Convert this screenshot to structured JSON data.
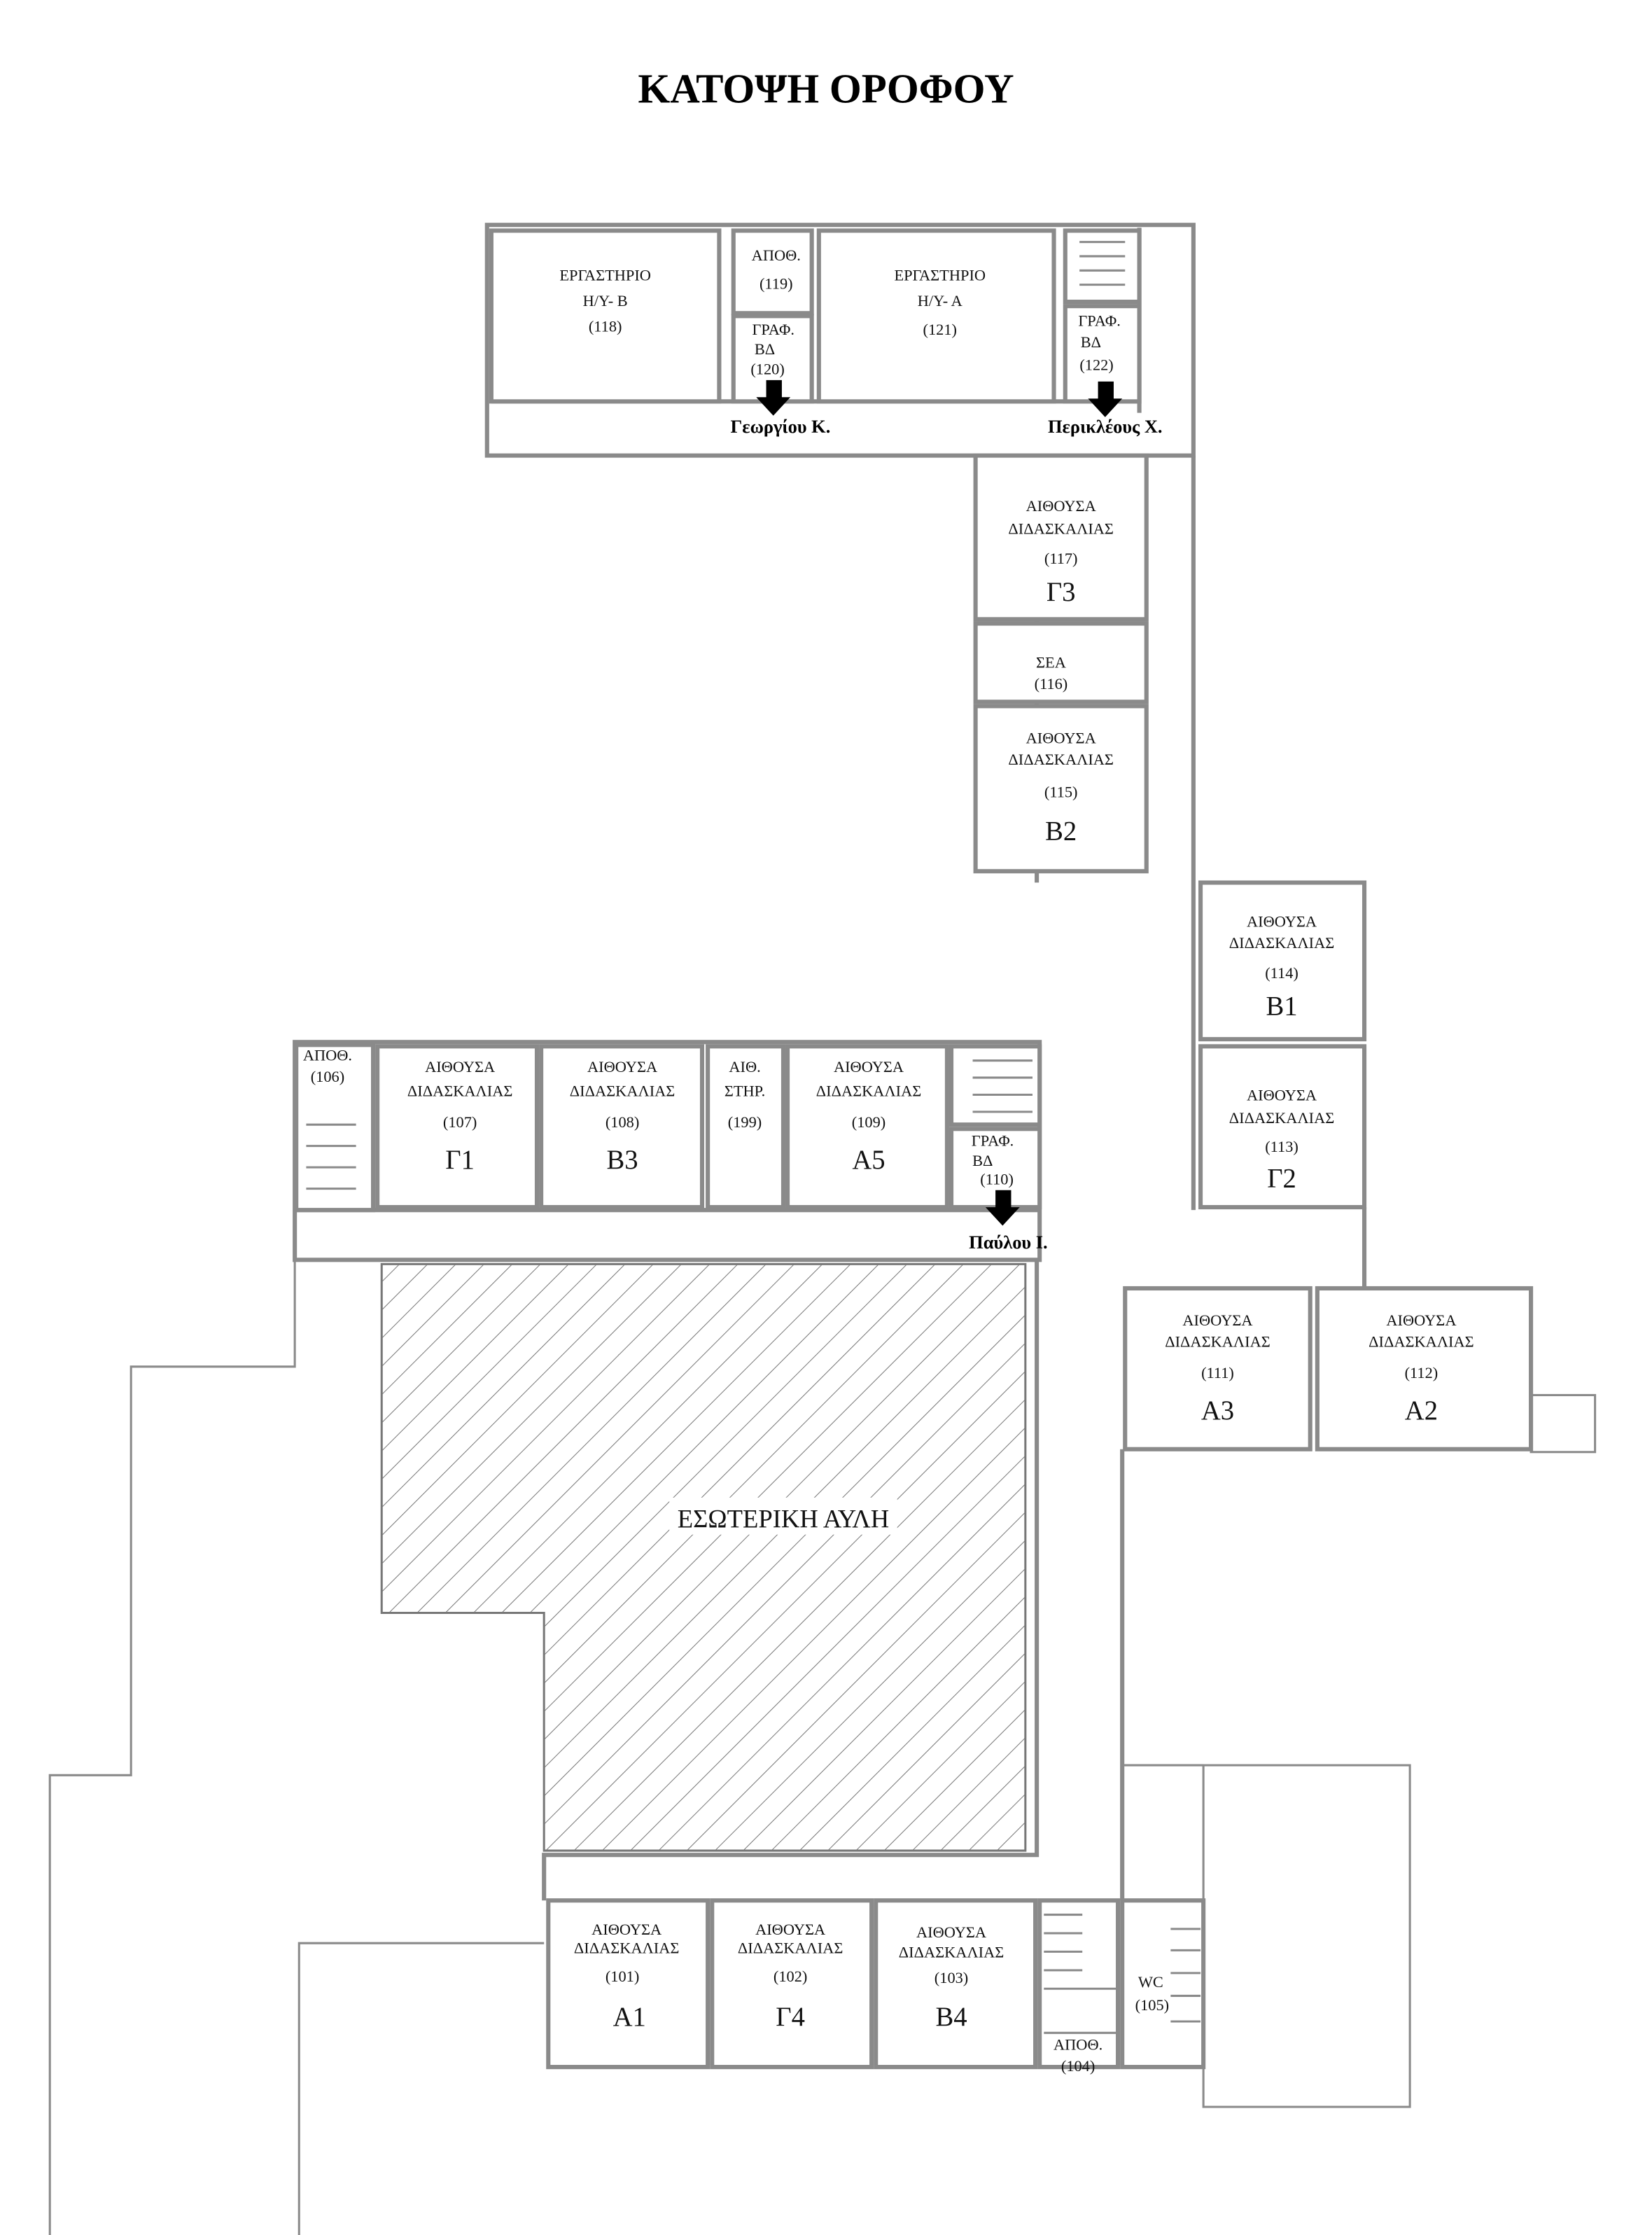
{
  "title": "ΚΑΤΟΨΗ ΟΡΟΦΟΥ",
  "courtyard": "ΕΣΩΤΕΡΙΚΗ ΑΥΛΗ",
  "staff": {
    "georgiou": "Γεωργίου Κ.",
    "perikleous": "Περικλέους Χ.",
    "pavlou": "Παύλου Ι."
  },
  "rooms": {
    "r118": {
      "l1": "ΕΡΓΑΣΤΗΡΙΟ",
      "l2": "Η/Υ- Β",
      "num": "(118)"
    },
    "r119": {
      "l1": "ΑΠΟΘ.",
      "num": "(119)"
    },
    "r120": {
      "l1": "ΓΡΑΦ.",
      "l2": "ΒΔ",
      "num": "(120)"
    },
    "r121": {
      "l1": "ΕΡΓΑΣΤΗΡΙΟ",
      "l2": "Η/Υ- Α",
      "num": "(121)"
    },
    "r122": {
      "l1": "ΓΡΑΦ.",
      "l2": "ΒΔ",
      "num": "(122)"
    },
    "r117": {
      "l1": "ΑΙΘΟΥΣΑ",
      "l2": "ΔΙΔΑΣΚΑΛΙΑΣ",
      "num": "(117)",
      "code": "Γ3"
    },
    "r116": {
      "l1": "ΣΕΑ",
      "num": "(116)"
    },
    "r115": {
      "l1": "ΑΙΘΟΥΣΑ",
      "l2": "ΔΙΔΑΣΚΑΛΙΑΣ",
      "num": "(115)",
      "code": "Β2"
    },
    "r114": {
      "l1": "ΑΙΘΟΥΣΑ",
      "l2": "ΔΙΔΑΣΚΑΛΙΑΣ",
      "num": "(114)",
      "code": "Β1"
    },
    "r113": {
      "l1": "ΑΙΘΟΥΣΑ",
      "l2": "ΔΙΔΑΣΚΑΛΙΑΣ",
      "num": "(113)",
      "code": "Γ2"
    },
    "r106": {
      "l1": "ΑΠΟΘ.",
      "num": "(106)"
    },
    "r107": {
      "l1": "ΑΙΘΟΥΣΑ",
      "l2": "ΔΙΔΑΣΚΑΛΙΑΣ",
      "num": "(107)",
      "code": "Γ1"
    },
    "r108": {
      "l1": "ΑΙΘΟΥΣΑ",
      "l2": "ΔΙΔΑΣΚΑΛΙΑΣ",
      "num": "(108)",
      "code": "Β3"
    },
    "r199": {
      "l1": "ΑΙΘ.",
      "l2": "ΣΤΗΡ.",
      "num": "(199)"
    },
    "r109": {
      "l1": "ΑΙΘΟΥΣΑ",
      "l2": "ΔΙΔΑΣΚΑΛΙΑΣ",
      "num": "(109)",
      "code": "Α5"
    },
    "r110": {
      "l1": "ΓΡΑΦ.",
      "l2": "ΒΔ",
      "num": "(110)"
    },
    "r111": {
      "l1": "ΑΙΘΟΥΣΑ",
      "l2": "ΔΙΔΑΣΚΑΛΙΑΣ",
      "num": "(111)",
      "code": "Α3"
    },
    "r112": {
      "l1": "ΑΙΘΟΥΣΑ",
      "l2": "ΔΙΔΑΣΚΑΛΙΑΣ",
      "num": "(112)",
      "code": "Α2"
    },
    "r101": {
      "l1": "ΑΙΘΟΥΣΑ",
      "l2": "ΔΙΔΑΣΚΑΛΙΑΣ",
      "num": "(101)",
      "code": "Α1"
    },
    "r102": {
      "l1": "ΑΙΘΟΥΣΑ",
      "l2": "ΔΙΔΑΣΚΑΛΙΑΣ",
      "num": "(102)",
      "code": "Γ4"
    },
    "r103": {
      "l1": "ΑΙΘΟΥΣΑ",
      "l2": "ΔΙΔΑΣΚΑΛΙΑΣ",
      "num": "(103)",
      "code": "Β4"
    },
    "r104": {
      "l1": "ΑΠΟΘ.",
      "num": "(104)"
    },
    "r105": {
      "l1": "WC",
      "num": "(105)"
    }
  }
}
